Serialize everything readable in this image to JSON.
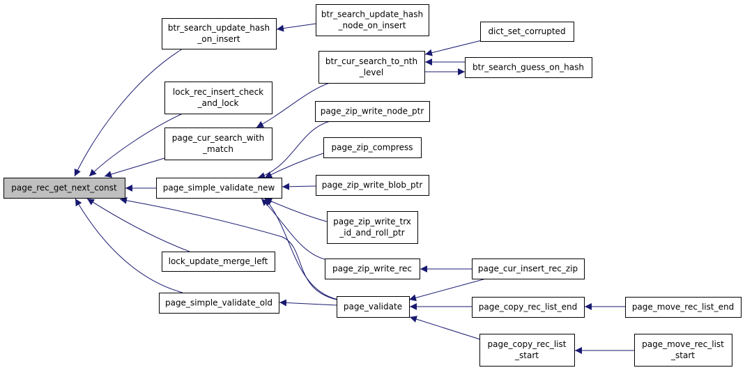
{
  "graph": {
    "colors": {
      "edge": "#191970",
      "node_fill": "#ffffff",
      "root_fill": "#bfbfbf",
      "border": "#000000",
      "text": "#000000"
    },
    "nodes": [
      {
        "id": "root",
        "lines": [
          "page_rec_get_next_const"
        ],
        "highlight": true
      },
      {
        "id": "btr_search_update_hash_on_insert",
        "lines": [
          "btr_search_update_hash",
          "_on_insert"
        ]
      },
      {
        "id": "btr_search_update_hash_node_on_insert",
        "lines": [
          "btr_search_update_hash",
          "_node_on_insert"
        ]
      },
      {
        "id": "lock_rec_insert_check_and_lock",
        "lines": [
          "lock_rec_insert_check",
          "_and_lock"
        ]
      },
      {
        "id": "page_cur_search_with_match",
        "lines": [
          "page_cur_search_with",
          "_match"
        ]
      },
      {
        "id": "btr_cur_search_to_nth_level",
        "lines": [
          "btr_cur_search_to_nth",
          "_level"
        ]
      },
      {
        "id": "dict_set_corrupted",
        "lines": [
          "dict_set_corrupted"
        ]
      },
      {
        "id": "btr_search_guess_on_hash",
        "lines": [
          "btr_search_guess_on_hash"
        ]
      },
      {
        "id": "page_simple_validate_new",
        "lines": [
          "page_simple_validate_new"
        ]
      },
      {
        "id": "page_zip_write_node_ptr",
        "lines": [
          "page_zip_write_node_ptr"
        ]
      },
      {
        "id": "page_zip_compress",
        "lines": [
          "page_zip_compress"
        ]
      },
      {
        "id": "page_zip_write_blob_ptr",
        "lines": [
          "page_zip_write_blob_ptr"
        ]
      },
      {
        "id": "page_zip_write_trx_id_and_roll_ptr",
        "lines": [
          "page_zip_write_trx",
          "_id_and_roll_ptr"
        ]
      },
      {
        "id": "lock_update_merge_left",
        "lines": [
          "lock_update_merge_left"
        ]
      },
      {
        "id": "page_zip_write_rec",
        "lines": [
          "page_zip_write_rec"
        ]
      },
      {
        "id": "page_cur_insert_rec_zip",
        "lines": [
          "page_cur_insert_rec_zip"
        ]
      },
      {
        "id": "page_simple_validate_old",
        "lines": [
          "page_simple_validate_old"
        ]
      },
      {
        "id": "page_validate",
        "lines": [
          "page_validate"
        ]
      },
      {
        "id": "page_copy_rec_list_end",
        "lines": [
          "page_copy_rec_list_end"
        ]
      },
      {
        "id": "page_move_rec_list_end",
        "lines": [
          "page_move_rec_list_end"
        ]
      },
      {
        "id": "page_copy_rec_list_start",
        "lines": [
          "page_copy_rec_list",
          "_start"
        ]
      },
      {
        "id": "page_move_rec_list_start",
        "lines": [
          "page_move_rec_list",
          "_start"
        ]
      }
    ]
  }
}
